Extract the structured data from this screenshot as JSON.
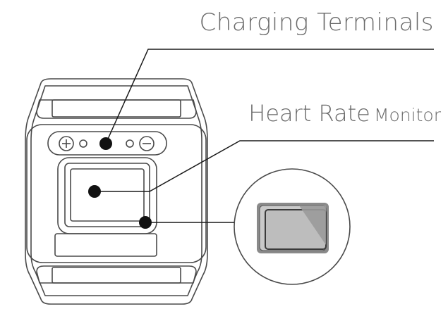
{
  "callouts": {
    "charging": {
      "label": "Charging  Terminals"
    },
    "heart_rate": {
      "label_main": "Heart Rate",
      "label_secondary": "Monitor"
    }
  },
  "icons": {
    "plus_terminal": "plus-circle-icon",
    "minus_terminal": "minus-circle-icon"
  },
  "colors": {
    "outline": "#4a4a4a",
    "text": "#6b6b6b",
    "sensor_fill": "#c9c9c9",
    "sensor_dark": "#8a8a8a",
    "leader_line": "#1a1a1a",
    "dot": "#111111"
  }
}
